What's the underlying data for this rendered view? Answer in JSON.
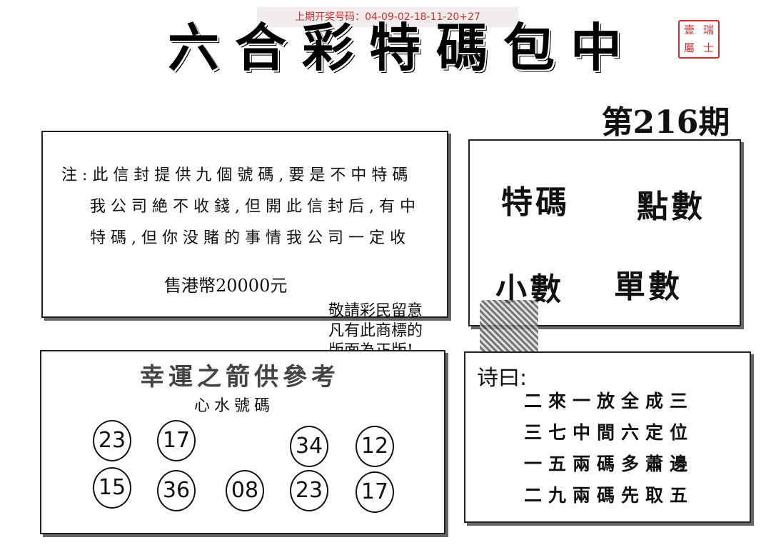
{
  "top_note": "上期开奖号码：04-09-02-18-11-20+27",
  "title": "六合彩特碼包中",
  "seal_chars": [
    "瑞",
    "壹",
    "士",
    "屬"
  ],
  "issue": "第216期",
  "note": {
    "lines": [
      "注:此信封提供九個號碼,要是不中特碼",
      "我公司絶不收錢,但開此信封后,有中",
      "特碼,但你没賭的事情我公司一定收"
    ],
    "price": "售港幣20000元",
    "dots": ". ."
  },
  "hints": {
    "tema": "特碼",
    "dianshu": "點數",
    "xiaoshu": "小數",
    "danshu": "單數"
  },
  "reminder": [
    "敬請彩民留意",
    "凡有此商標的",
    "版面為正版!"
  ],
  "lucky": {
    "title": "幸運之箭供參考",
    "subtitle": "心水號碼",
    "row1": [
      "23",
      "17",
      "34",
      "12"
    ],
    "row2": [
      "15",
      "36",
      "08",
      "23",
      "17"
    ]
  },
  "poem": {
    "label": "诗曰:",
    "lines": [
      "二來一放全成三",
      "三七中間六定位",
      "一五兩碼多蕭邊",
      "二九兩碼先取五"
    ]
  },
  "colors": {
    "accent_red": "#c8302c",
    "note_bg": "#f2eded"
  }
}
